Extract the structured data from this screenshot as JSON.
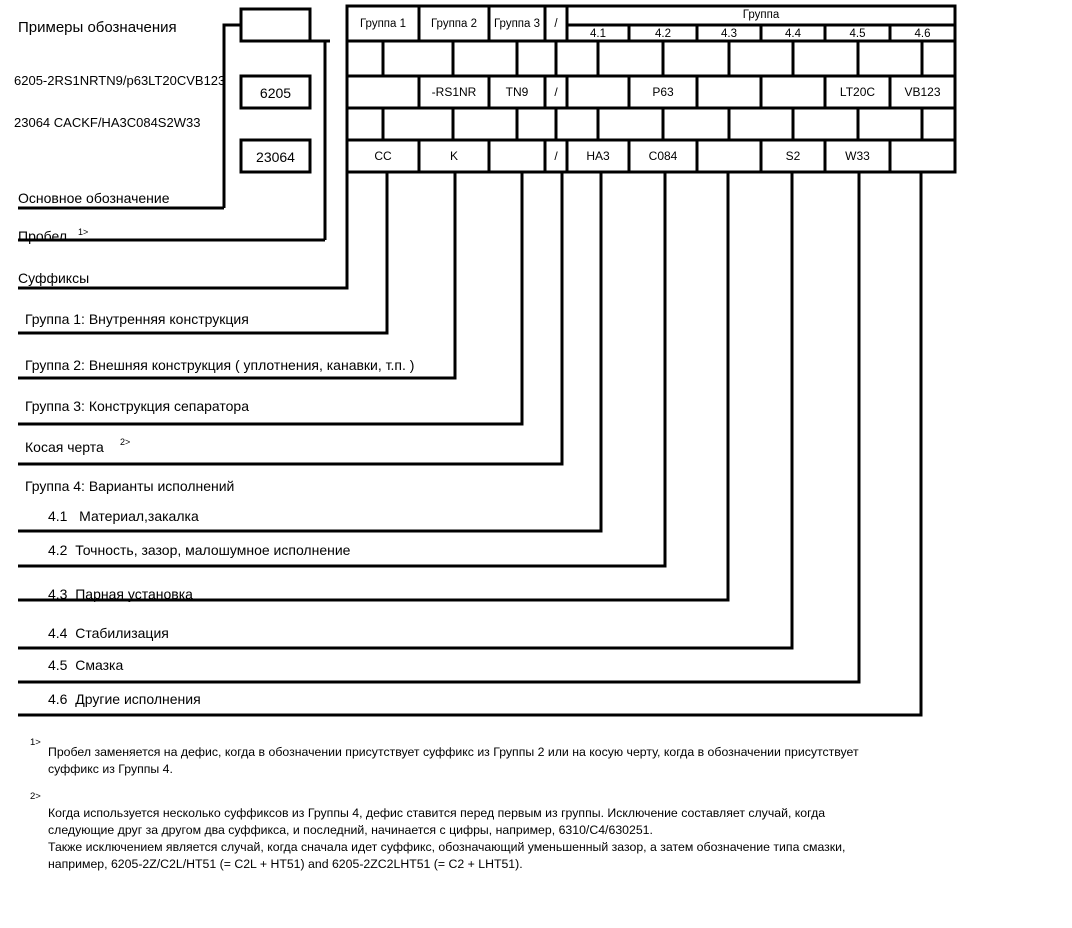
{
  "header": {
    "title": "Примеры обозначения"
  },
  "examples": [
    "6205-2RS1NRTN9/p63LT20CVB123",
    "23064 CACKF/HA3C084S2W33"
  ],
  "basic_boxes": {
    "empty_label": "",
    "example1": "6205",
    "example2": "23064"
  },
  "table": {
    "group_header": "Группа",
    "columns": [
      {
        "label": "Группа 1"
      },
      {
        "label": "Группа 2"
      },
      {
        "label": "Группа 3"
      },
      {
        "label": "/"
      },
      {
        "label": "4.1"
      },
      {
        "label": "4.2"
      },
      {
        "label": "4.3"
      },
      {
        "label": "4.4"
      },
      {
        "label": "4.5"
      },
      {
        "label": "4.6"
      }
    ],
    "rows": [
      {
        "name": "row-example-1",
        "cells": [
          "",
          "-RS1NR",
          "TN9",
          "/",
          "",
          "P63",
          "",
          "",
          "LT20C",
          "VB123"
        ]
      },
      {
        "name": "row-example-2",
        "cells": [
          "CC",
          "K",
          "",
          "/",
          "HA3",
          "C084",
          "",
          "S2",
          "W33",
          ""
        ]
      }
    ]
  },
  "legend": [
    {
      "text": "Основное обозначение",
      "sup": ""
    },
    {
      "text": "Пробел",
      "sup": "1>"
    },
    {
      "text": "Суффиксы",
      "sup": ""
    },
    {
      "text": "Группа 1: Внутренняя конструкция",
      "sup": ""
    },
    {
      "text": "Группа 2: Внешняя конструкция ( уплотнения, канавки, т.п. )",
      "sup": ""
    },
    {
      "text": "Группа 3: Конструкция сепаратора",
      "sup": ""
    },
    {
      "text": "Косая черта",
      "sup": "2>"
    },
    {
      "text": "Группа 4: Варианты исполнений",
      "sup": ""
    },
    {
      "text": "4.1   Материал,закалка",
      "sup": ""
    },
    {
      "text": "4.2  Точность, зазор, малошумное исполнение",
      "sup": ""
    },
    {
      "text": "4.3  Парная установка",
      "sup": ""
    },
    {
      "text": "4.4  Стабилизация",
      "sup": ""
    },
    {
      "text": "4.5  Смазка",
      "sup": ""
    },
    {
      "text": "4.6  Другие исполнения",
      "sup": ""
    }
  ],
  "footnotes": [
    {
      "mark": "1>",
      "lines": [
        "Пробел заменяется на дефис, когда в обозначении присутствует суффикс из Группы 2 или на косую черту, когда в обозначении присутствует",
        "суффикс из Группы 4."
      ]
    },
    {
      "mark": "2>",
      "lines": [
        "Когда используется несколько суффиксов из Группы 4, дефис ставится перед первым из группы. Исключение составляет случай, когда",
        "следующие друг за другом два суффикса, и последний, начинается с цифры, например, 6310/C4/630251.",
        "Также исключением является случай, когда сначала идет суффикс, обозначающий уменьшенный зазор, а затем обозначение типа смазки,",
        "например, 6205-2Z/C2L/HT51 (= C2L + HT51) and 6205-2ZC2LHT51 (= C2 + LHT51)."
      ]
    }
  ],
  "colors": {
    "line": "#000000",
    "background": "#ffffff",
    "text": "#000000"
  }
}
